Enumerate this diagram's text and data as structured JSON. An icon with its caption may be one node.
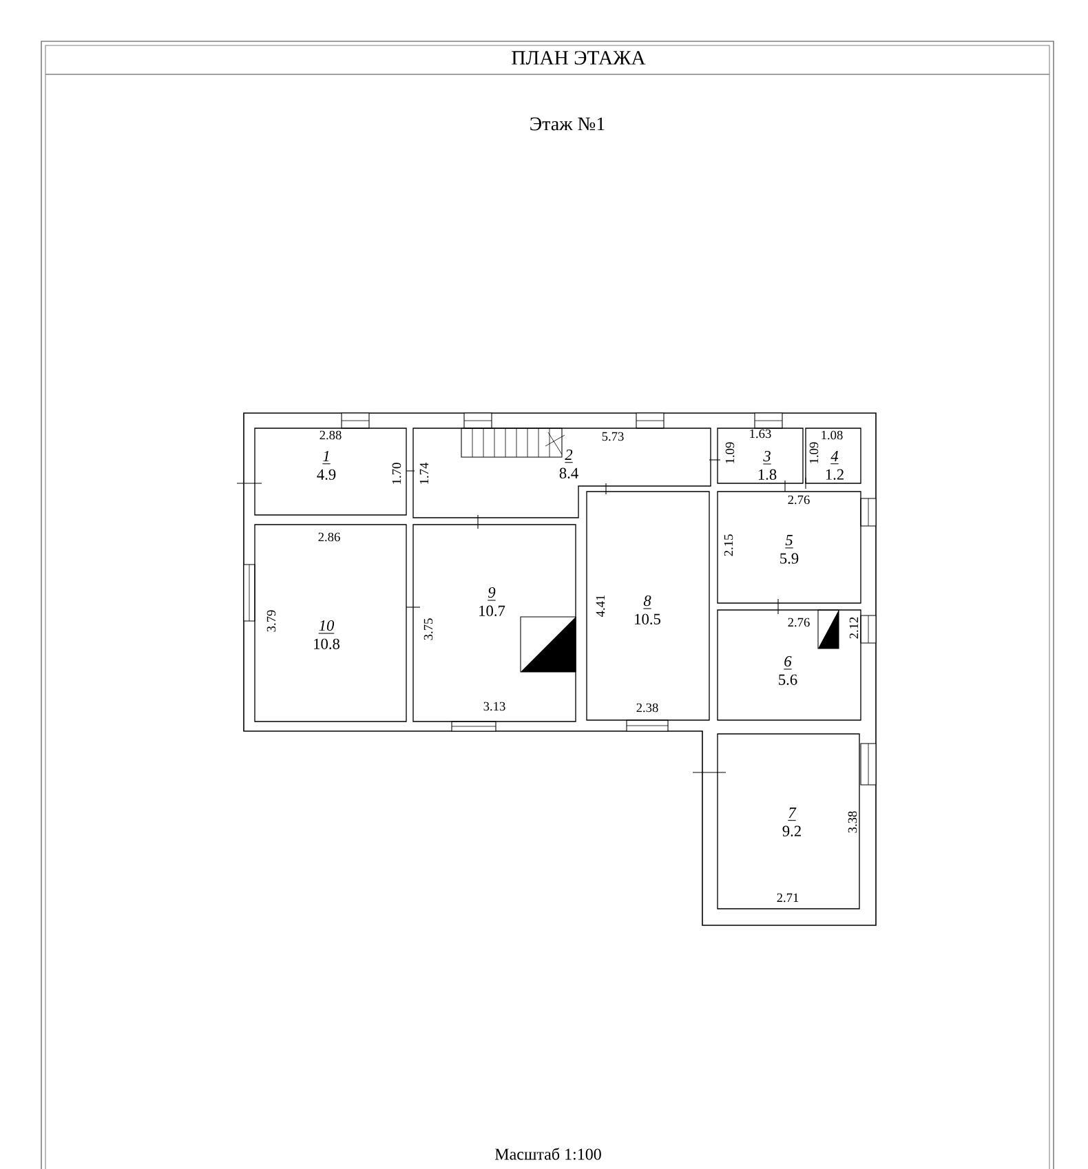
{
  "diagram": {
    "title": "ПЛАН ЭТАЖА",
    "nodes": [
      {
        "text": [
          "1",
          "4.9"
        ]
      },
      {
        "text": [
          "2",
          "8.4"
        ]
      },
      {
        "text": [
          "3",
          "1.8"
        ]
      },
      {
        "text": [
          "4",
          "1.2"
        ]
      },
      {
        "text": [
          "5",
          "5.9"
        ]
      },
      {
        "text": [
          "10",
          "10.8"
        ]
      },
      {
        "text": [
          "9",
          "10.7"
        ]
      },
      {
        "text": [
          "8",
          "10.5"
        ]
      },
      {
        "text": [
          "6",
          "5.6"
        ]
      },
      {
        "text": [
          "7",
          "9.2"
        ]
      }
    ],
    "labels": [
      "Этаж №1",
      "2.88",
      "1.70",
      "1.74",
      "5.73",
      "1.09",
      "1.63",
      "1.09",
      "1.08",
      "2.76",
      "2.15",
      "2.86",
      "3.79",
      "3.75",
      "4.41",
      "2.76",
      "2.12",
      "3.13",
      "2.38",
      "3.38",
      "2.71",
      "Масштаб 1:100"
    ]
  }
}
